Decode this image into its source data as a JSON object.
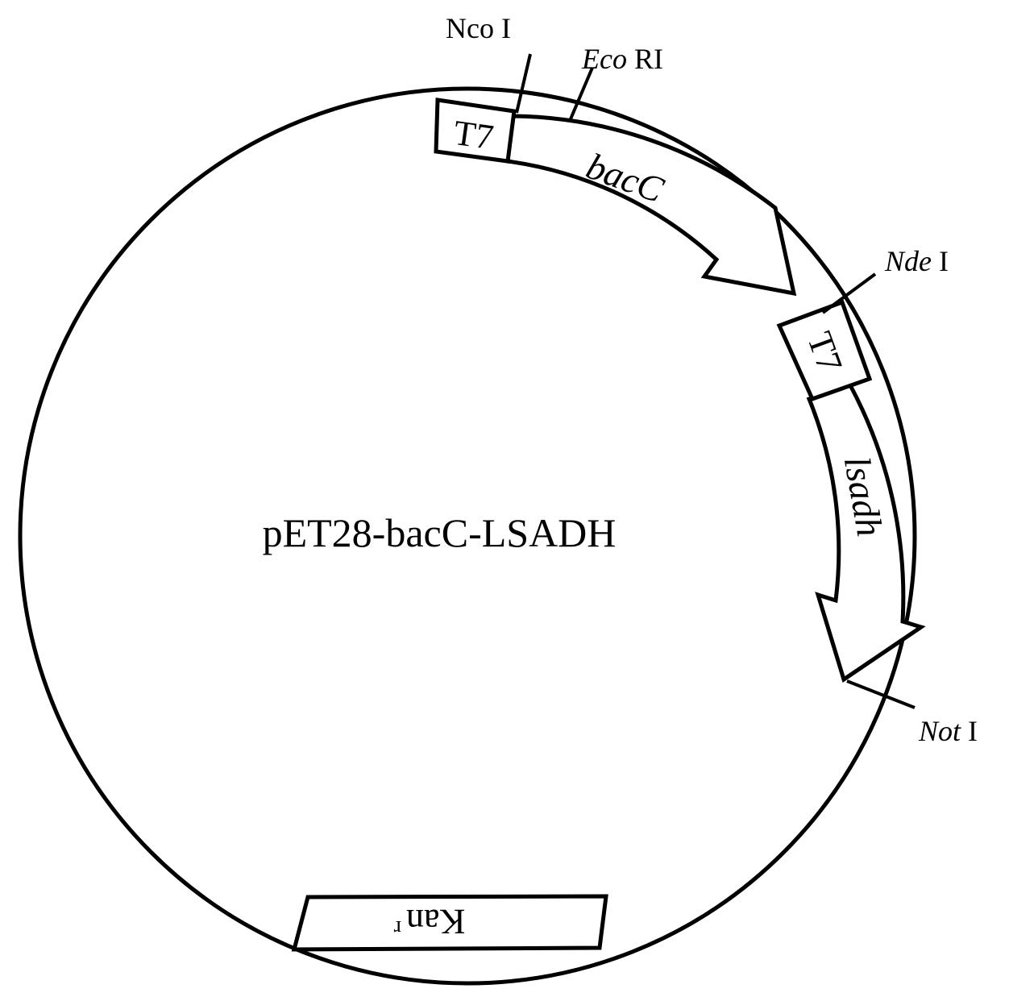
{
  "plasmid": {
    "name": "pET28-bacC-LSADH"
  },
  "features": {
    "t7_first": "T7",
    "bacC": "bacC",
    "t7_second": "T7",
    "lsadh": "lsadh",
    "kanr_base": "Kan",
    "kanr_sup": "r"
  },
  "sites": {
    "nco": {
      "italic": "Nco",
      "roman": " I"
    },
    "eco": {
      "italic": "Eco",
      "roman": " RI"
    },
    "nde": {
      "italic": "Nde",
      "roman": " I"
    },
    "not": {
      "italic": "Not",
      "roman": " I"
    }
  },
  "colors": {
    "line": "#000000",
    "fill": "#ffffff"
  }
}
